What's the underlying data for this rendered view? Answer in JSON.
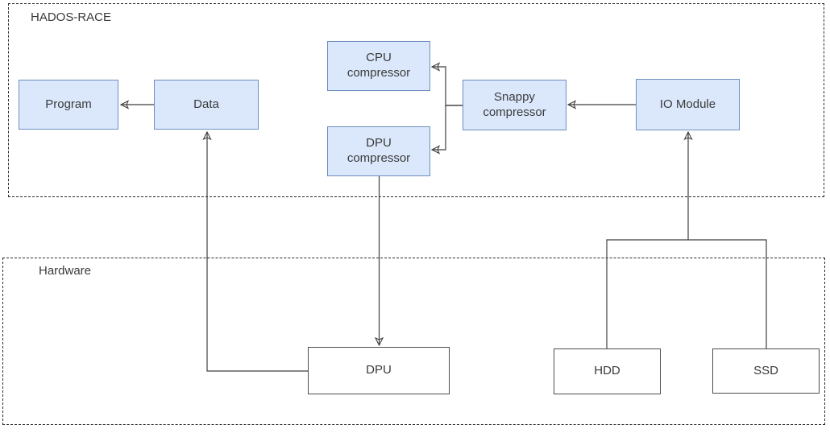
{
  "diagram": {
    "type": "architecture-block-diagram",
    "containers": {
      "hados": {
        "label": "HADOS-RACE"
      },
      "hardware": {
        "label": "Hardware"
      }
    },
    "nodes": {
      "program": {
        "label": "Program",
        "layer": "software"
      },
      "data": {
        "label": "Data",
        "layer": "software"
      },
      "cpu_compressor": {
        "label": "CPU\ncompressor",
        "layer": "software"
      },
      "dpu_compressor": {
        "label": "DPU\ncompressor",
        "layer": "software"
      },
      "snappy_compressor": {
        "label": "Snappy\ncompressor",
        "layer": "software"
      },
      "io_module": {
        "label": "IO Module",
        "layer": "software"
      },
      "dpu": {
        "label": "DPU",
        "layer": "hardware"
      },
      "hdd": {
        "label": "HDD",
        "layer": "hardware"
      },
      "ssd": {
        "label": "SSD",
        "layer": "hardware"
      }
    },
    "edges": [
      {
        "from": "data",
        "to": "program",
        "arrow": "to"
      },
      {
        "from": "snappy_compressor",
        "to": "cpu_compressor",
        "arrow": "to"
      },
      {
        "from": "snappy_compressor",
        "to": "dpu_compressor",
        "arrow": "to"
      },
      {
        "from": "io_module",
        "to": "snappy_compressor",
        "arrow": "to"
      },
      {
        "from": "dpu",
        "to": "data",
        "arrow": "to"
      },
      {
        "from": "dpu_compressor",
        "to": "dpu",
        "arrow": "to"
      },
      {
        "from": "hdd",
        "to": "io_module",
        "arrow": "to"
      },
      {
        "from": "ssd",
        "to": "io_module",
        "arrow": "to"
      }
    ],
    "colors": {
      "software_node_fill": "#dbe8fc",
      "software_node_border": "#6c8ebf",
      "hardware_node_fill": "#ffffff",
      "hardware_node_border": "#4d4d4d",
      "connector": "#3f3f3f",
      "container_border": "#2b2b2b",
      "text": "#3a3a3a",
      "background": "#ffffff"
    }
  }
}
